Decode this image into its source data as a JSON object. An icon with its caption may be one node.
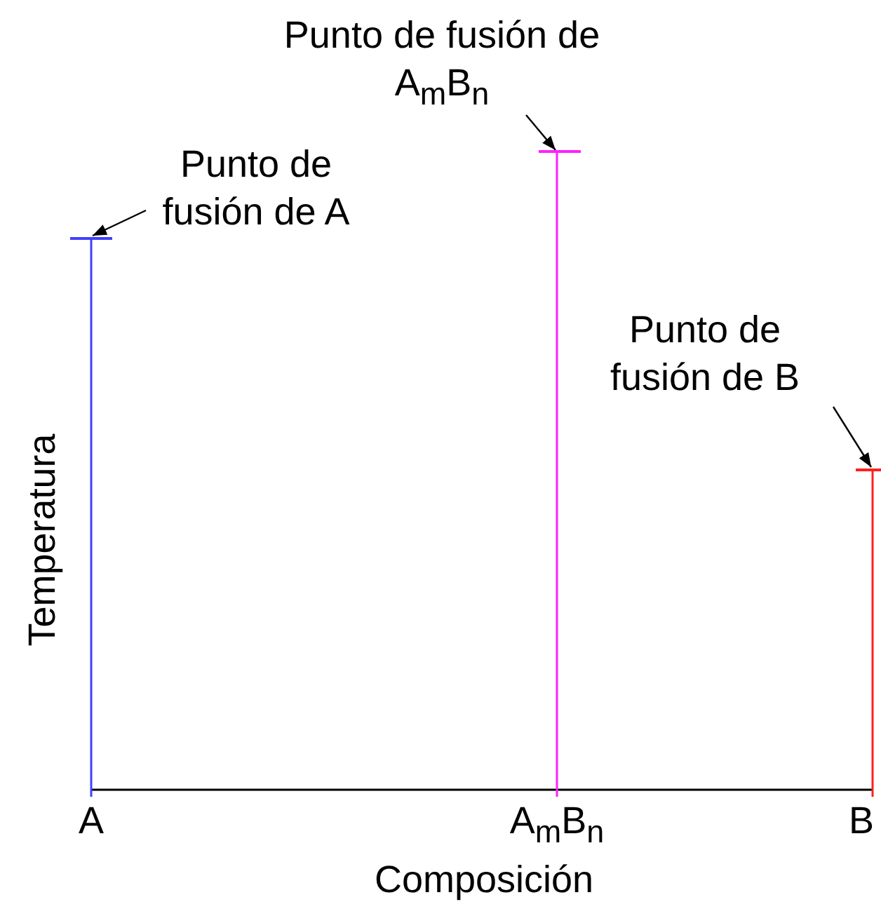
{
  "diagram": {
    "nodes": [
      {
        "text": [
          "Punto de fusión de A$_{m}$B$_{n}$"
        ]
      },
      {
        "text": [],
        "shape": "bar"
      },
      {
        "text": [
          "Punto de fusión de A"
        ]
      },
      {
        "text": [],
        "shape": "bar"
      },
      {
        "text": [
          "Punto de fusión de B"
        ]
      },
      {
        "text": [],
        "shape": "bar"
      },
      {
        "text": [
          "A"
        ]
      },
      {
        "text": [
          "A$_{m}$B$_{n}$"
        ]
      },
      {
        "text": [
          "B"
        ]
      }
    ],
    "edges": [
      {
        "from": 0,
        "to": 1,
        "arrow": "to"
      },
      {
        "from": 2,
        "to": 3,
        "arrow": "to"
      },
      {
        "from": 4,
        "to": 5,
        "arrow": "to"
      },
      {
        "from": 3,
        "to": 6,
        "arrow": "none",
        "color": "#4040ff"
      },
      {
        "from": 1,
        "to": 7,
        "arrow": "none",
        "color": "#ff20ff"
      },
      {
        "from": 5,
        "to": 8,
        "arrow": "none",
        "color": "#ff2020"
      }
    ],
    "labels": [
      "Temperatura",
      "Composición"
    ]
  }
}
